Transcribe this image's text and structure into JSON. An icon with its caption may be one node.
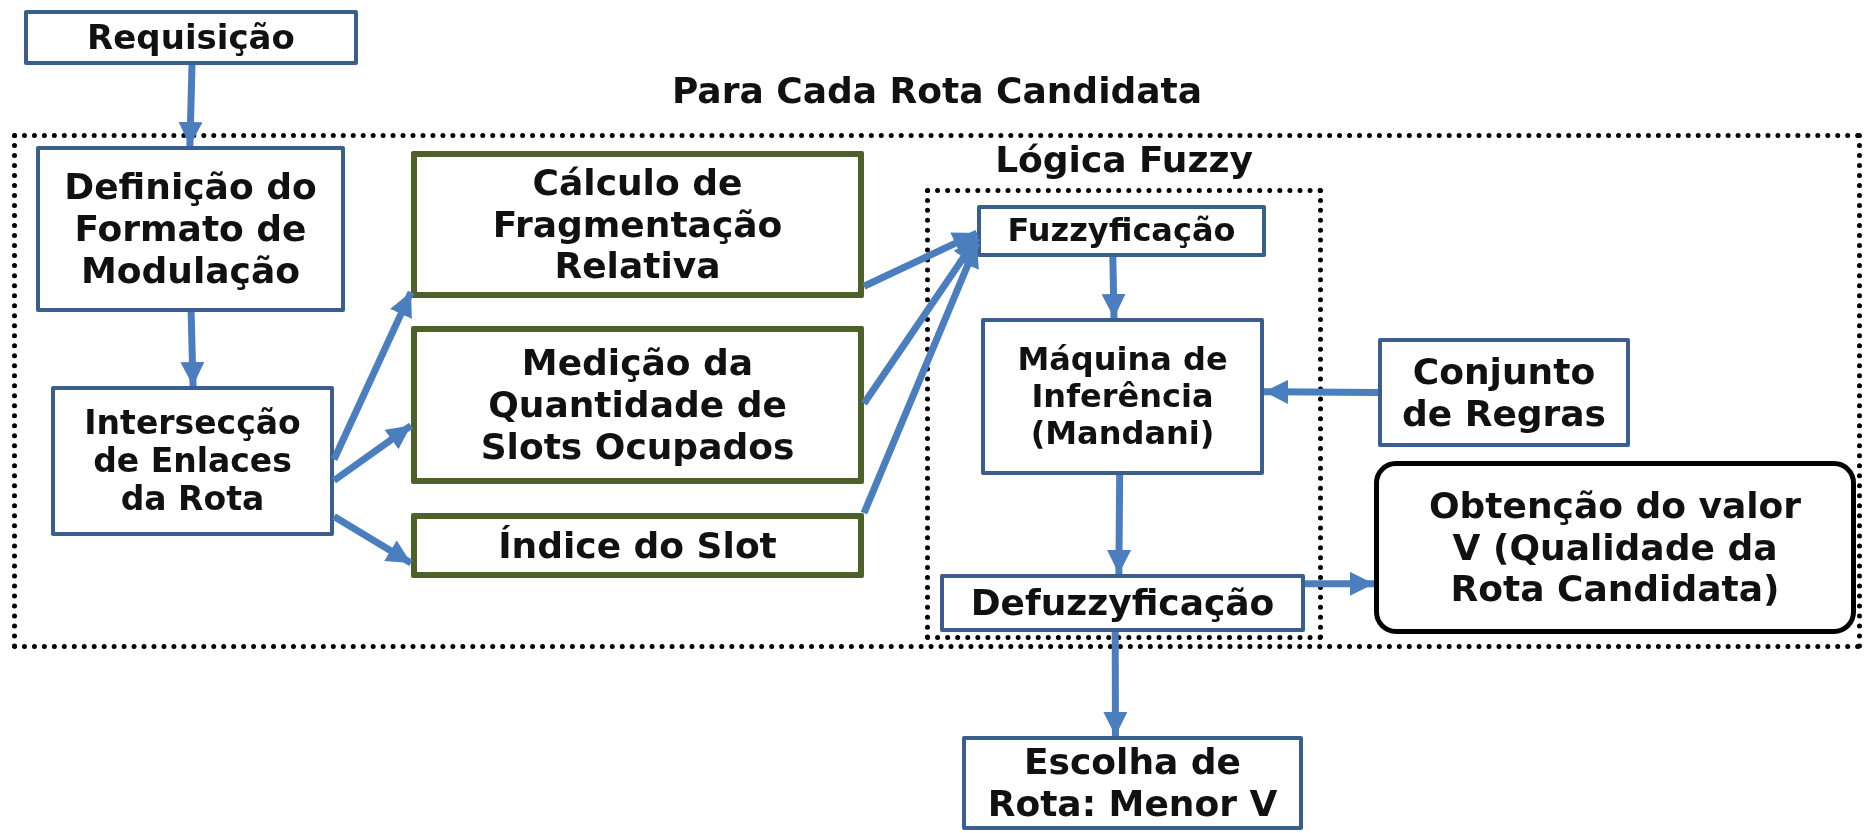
{
  "diagram": {
    "nodes": [
      {
        "text": [
          "Requisição"
        ]
      },
      {
        "text": [
          "Para Cada Rota Candidata"
        ]
      },
      {
        "text": [
          "Definição do Formato de Modulação"
        ],
        "in": 1
      },
      {
        "text": [
          "Intersecção de Enlaces da Rota"
        ],
        "in": 1
      },
      {
        "text": [
          "Cálculo de Fragmentação Relativa"
        ],
        "in": 1
      },
      {
        "text": [
          "Medição da Quantidade de Slots Ocupados"
        ],
        "in": 1
      },
      {
        "text": [
          "Índice do Slot"
        ],
        "in": 1
      },
      {
        "text": [
          "Lógica Fuzzy"
        ],
        "in": 1
      },
      {
        "text": [
          "Fuzzyficação"
        ],
        "in": 7
      },
      {
        "text": [
          "Máquina de Inferência (Mandani)"
        ],
        "in": 7
      },
      {
        "text": [
          "Defuzzyficação"
        ],
        "in": 7
      },
      {
        "text": [
          "Conjunto de Regras"
        ],
        "in": 1
      },
      {
        "text": [
          "Obtenção do valor V (Qualidade da Rota Candidata)"
        ],
        "in": 1
      },
      {
        "text": [
          "Escolha de Rota: Menor V"
        ]
      }
    ],
    "edges": [
      {
        "from": 0,
        "to": 2,
        "arrow": "to"
      },
      {
        "from": 2,
        "to": 3,
        "arrow": "to"
      },
      {
        "from": 3,
        "to": 4,
        "arrow": "to"
      },
      {
        "from": 3,
        "to": 5,
        "arrow": "to"
      },
      {
        "from": 3,
        "to": 6,
        "arrow": "to"
      },
      {
        "from": 4,
        "to": 8,
        "arrow": "to"
      },
      {
        "from": 5,
        "to": 8,
        "arrow": "to"
      },
      {
        "from": 6,
        "to": 8,
        "arrow": "to"
      },
      {
        "from": 8,
        "to": 9,
        "arrow": "to"
      },
      {
        "from": 9,
        "to": 10,
        "arrow": "to"
      },
      {
        "from": 11,
        "to": 9,
        "arrow": "to"
      },
      {
        "from": 10,
        "to": 12,
        "arrow": "to"
      },
      {
        "from": 10,
        "to": 13,
        "arrow": "to"
      }
    ]
  }
}
